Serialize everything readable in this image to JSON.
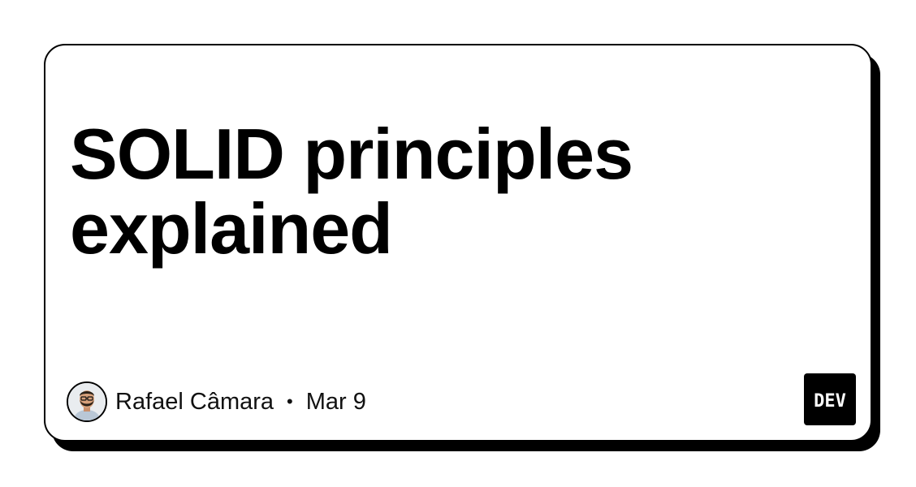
{
  "post": {
    "title": "SOLID principles explained",
    "author": "Rafael Câmara",
    "separator": "•",
    "date": "Mar 9"
  },
  "brand": {
    "logo_text": "DEV",
    "icon": "dev-logo-icon"
  },
  "colors": {
    "card_border": "#000000",
    "card_background": "#ffffff",
    "text": "#000000"
  }
}
